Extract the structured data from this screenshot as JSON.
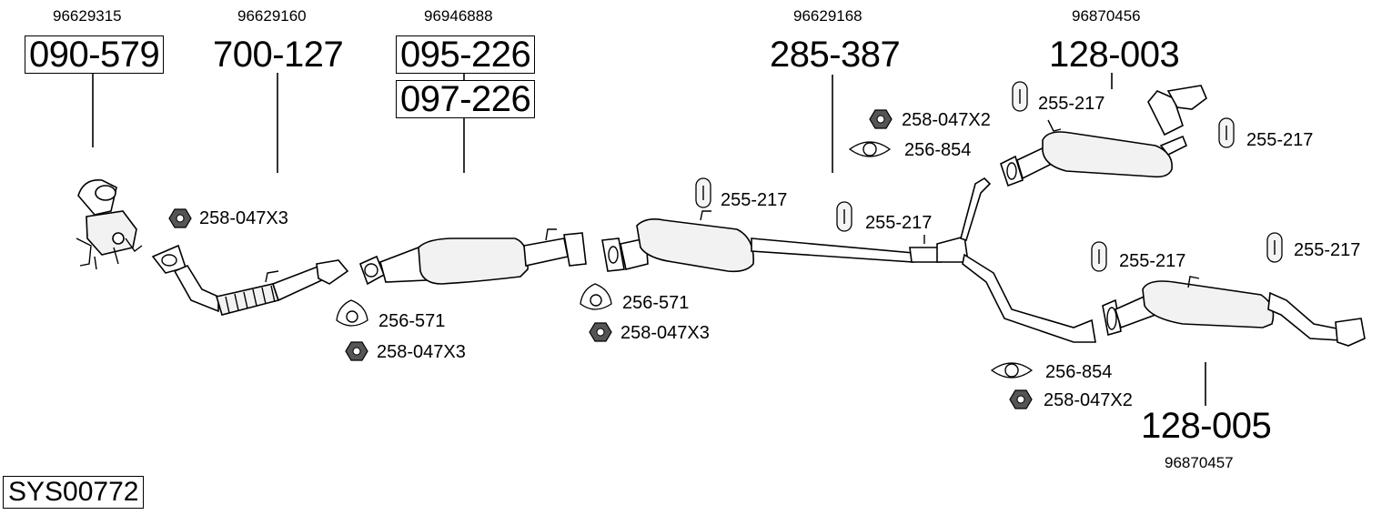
{
  "diagram": {
    "system_code": "SYS00772",
    "parts": [
      {
        "part_no": "090-579",
        "oem": "96629315"
      },
      {
        "part_no": "700-127",
        "oem": "96629160"
      },
      {
        "part_no": "095-226",
        "oem": "96946888"
      },
      {
        "part_no": "097-226"
      },
      {
        "part_no": "285-387",
        "oem": "96629168"
      },
      {
        "part_no": "128-003",
        "oem": "96870456"
      },
      {
        "part_no": "128-005",
        "oem": "96870457"
      }
    ],
    "accessories": [
      {
        "label": "258-047X3"
      },
      {
        "label": "256-571"
      },
      {
        "label": "258-047X3"
      },
      {
        "label": "256-571"
      },
      {
        "label": "258-047X3"
      },
      {
        "label": "255-217"
      },
      {
        "label": "255-217"
      },
      {
        "label": "258-047X2"
      },
      {
        "label": "256-854"
      },
      {
        "label": "255-217"
      },
      {
        "label": "255-217"
      },
      {
        "label": "255-217"
      },
      {
        "label": "255-217"
      },
      {
        "label": "256-854"
      },
      {
        "label": "258-047X2"
      }
    ]
  }
}
